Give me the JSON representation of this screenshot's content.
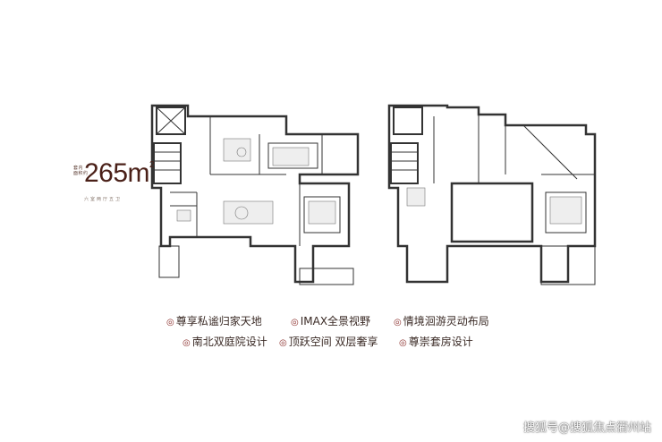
{
  "area": {
    "small_label_1": "套内",
    "small_label_2": "面积约",
    "number": "265m",
    "superscript": "2",
    "rooms": "六室两厅五卫"
  },
  "features": [
    {
      "text": "尊享私谧归家天地"
    },
    {
      "text": "IMAX全景视野"
    },
    {
      "text": "情境洄游灵动布局"
    },
    {
      "text": "南北双庭院设计"
    },
    {
      "text": "顶跃空间 双层奢享"
    },
    {
      "text": "尊崇套房设计"
    }
  ],
  "watermark": "搜狐号@搜狐焦点衢州站",
  "colors": {
    "accent": "#8b2d2a",
    "line": "#333333",
    "fill": "#e8e8e8"
  }
}
